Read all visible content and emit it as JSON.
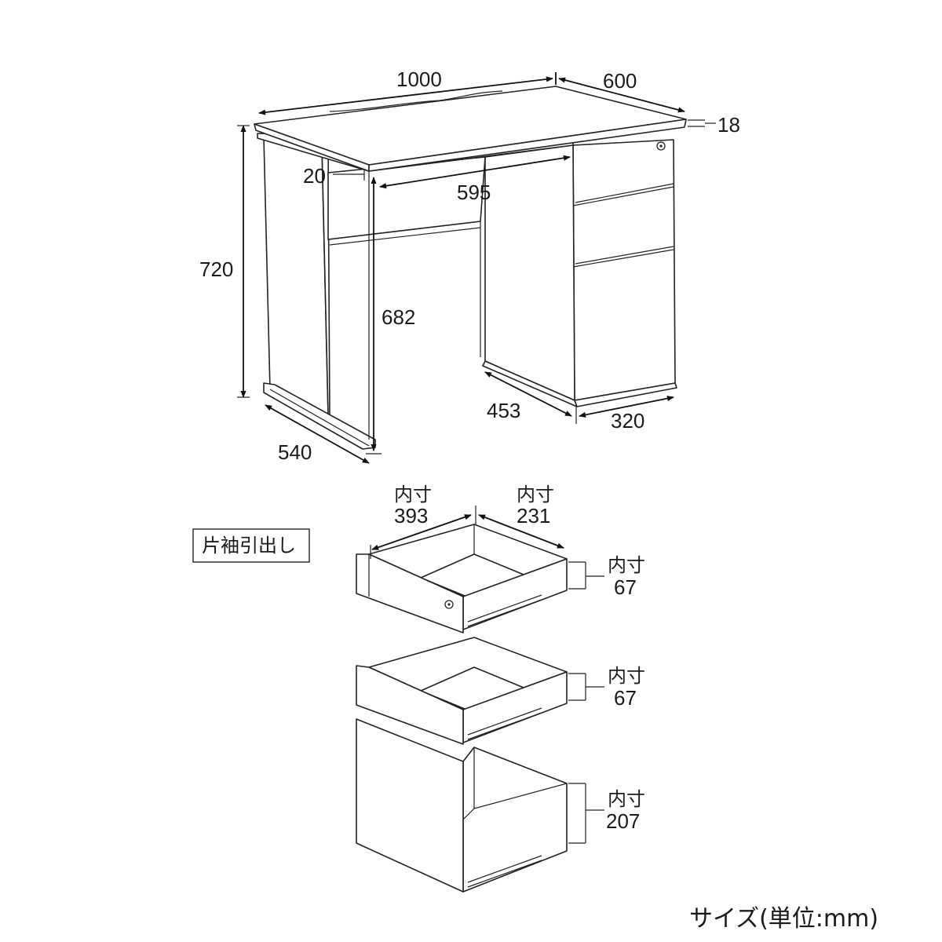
{
  "desk": {
    "width": "1000",
    "depth": "600",
    "top_thickness": "18",
    "front_rail": "20",
    "knee_width": "595",
    "height": "720",
    "knee_height": "682",
    "leg_depth": "540",
    "pedestal_depth": "453",
    "pedestal_width": "320"
  },
  "drawers": {
    "title": "片袖引出し",
    "inner_label": "内寸",
    "inner_depth": "393",
    "inner_width": "231",
    "heights": [
      "67",
      "67",
      "207"
    ]
  },
  "caption": "サイズ(単位:mm)",
  "colors": {
    "line": "#222222",
    "background": "#ffffff"
  }
}
